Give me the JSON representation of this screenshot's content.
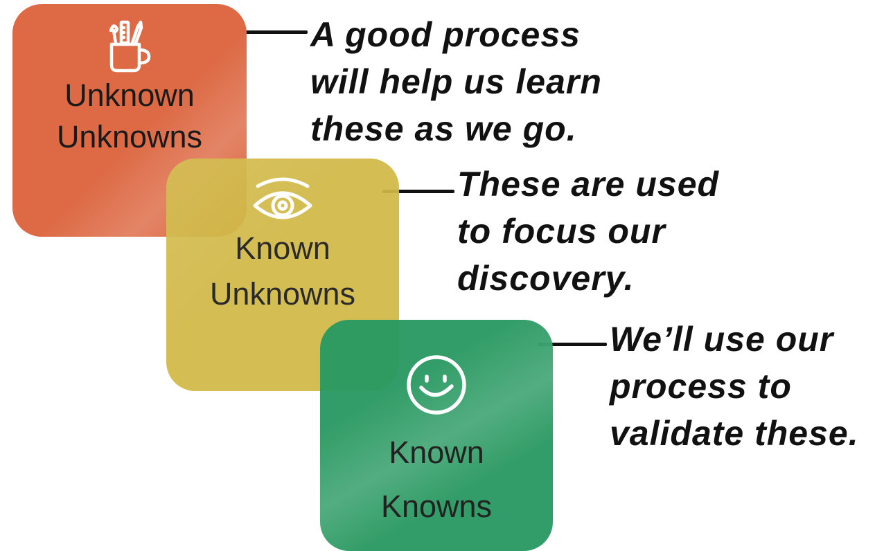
{
  "cards": [
    {
      "id": "unknown-unknowns",
      "icon": "pencil-cup-icon",
      "color": "#dd6a45",
      "label_lines": [
        "Unknown",
        "Unknowns"
      ]
    },
    {
      "id": "known-unknowns",
      "icon": "eye-icon",
      "color": "#d1b947",
      "label_lines": [
        "Known",
        "Unknowns"
      ]
    },
    {
      "id": "known-knowns",
      "icon": "smiley-icon",
      "color": "#2a9a62",
      "label_lines": [
        "Known",
        "Knowns"
      ]
    }
  ],
  "notes": [
    {
      "lines": [
        "A good process",
        "will help us learn",
        "these as we go."
      ]
    },
    {
      "lines": [
        "These are used",
        "to focus our",
        "discovery."
      ]
    },
    {
      "lines": [
        "We’ll use our",
        "process to",
        "validate these."
      ]
    }
  ],
  "text_color": "#111111"
}
